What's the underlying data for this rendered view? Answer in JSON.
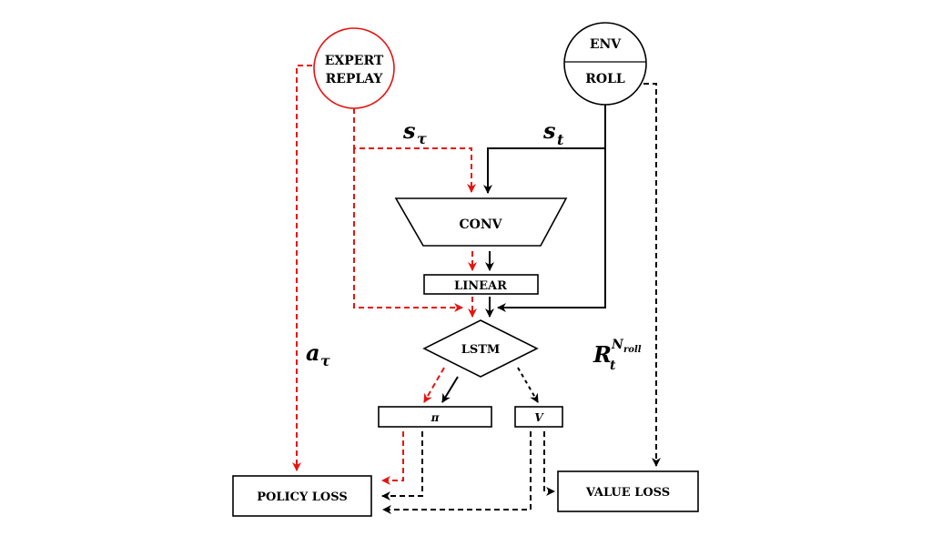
{
  "nodes": {
    "expert_replay": {
      "line1": "EXPERT",
      "line2": "REPLAY"
    },
    "env_roll": {
      "top": "ENV",
      "bottom": "ROLL"
    },
    "conv": "CONV",
    "linear": "LINEAR",
    "lstm": "LSTM",
    "policy_head": "π",
    "value_head": "V",
    "policy_loss": "POLICY LOSS",
    "value_loss": "VALUE LOSS"
  },
  "labels": {
    "s_tau": {
      "base": "s",
      "sub": "τ"
    },
    "s_t": {
      "base": "s",
      "sub": "t"
    },
    "a_tau": {
      "base": "a",
      "sub": "τ"
    },
    "return": {
      "base": "R",
      "sub": "t",
      "sup_base": "N",
      "sup_sub": "roll"
    }
  },
  "colors": {
    "expert": "#e8120f",
    "rollout": "#000000"
  }
}
